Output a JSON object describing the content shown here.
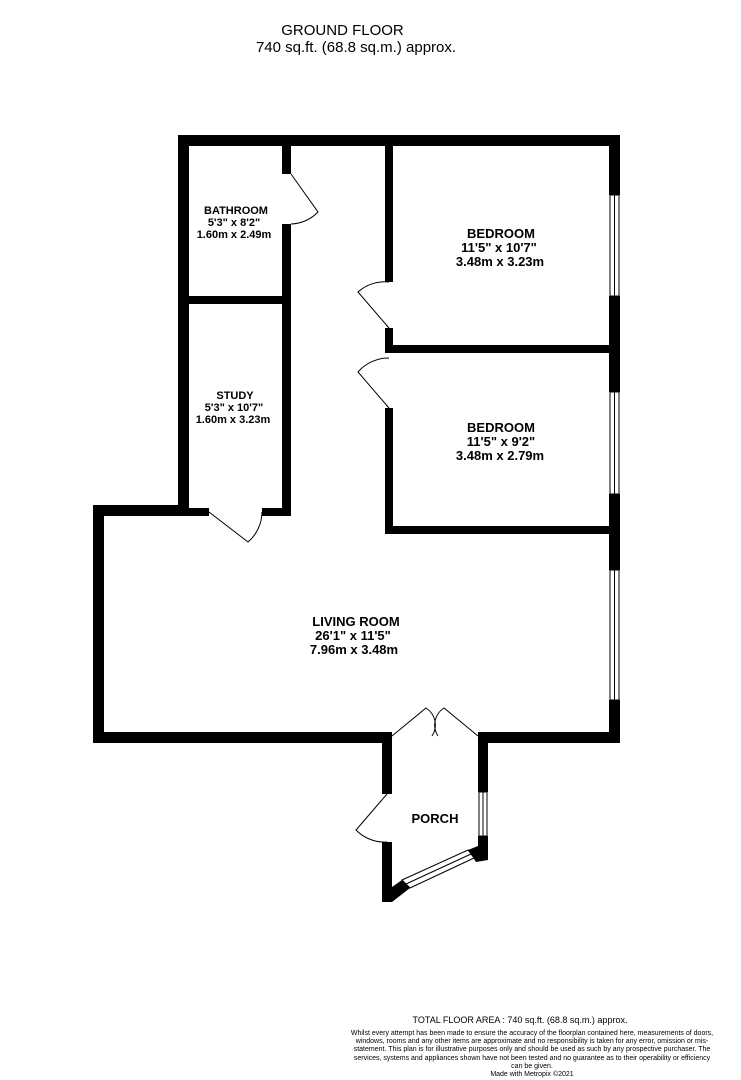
{
  "header": {
    "floor_name": "GROUND FLOOR",
    "floor_area": "740 sq.ft. (68.8 sq.m.) approx."
  },
  "rooms": {
    "bathroom": {
      "name": "BATHROOM",
      "imperial": "5'3\"  x 8'2\"",
      "metric": "1.60m  x 2.49m"
    },
    "study": {
      "name": "STUDY",
      "imperial": "5'3\"  x 10'7\"",
      "metric": "1.60m  x 3.23m"
    },
    "bedroom1": {
      "name": "BEDROOM",
      "imperial": "11'5\"  x 10'7\"",
      "metric": "3.48m  x 3.23m"
    },
    "bedroom2": {
      "name": "BEDROOM",
      "imperial": "11'5\"  x 9'2\"",
      "metric": "3.48m  x 2.79m"
    },
    "living": {
      "name": "LIVING ROOM",
      "imperial": "26'1\"  x 11'5\"",
      "metric": "7.96m  x 3.48m"
    },
    "porch": {
      "name": "PORCH"
    }
  },
  "footer": {
    "total": "TOTAL FLOOR AREA : 740 sq.ft. (68.8 sq.m.) approx.",
    "disclaimer": "Whilst every attempt has been made to ensure the accuracy of the floorplan contained here, measurements of doors, windows, rooms and any other items are approximate and no responsibility is taken for any error, omission or mis-statement. This plan is for illustrative purposes only and should be used as such by any prospective purchaser. The services, systems and appliances shown have not been tested and no guarantee as to their operability or efficiency can be given.",
    "made_with": "Made with Metropix ©2021"
  }
}
